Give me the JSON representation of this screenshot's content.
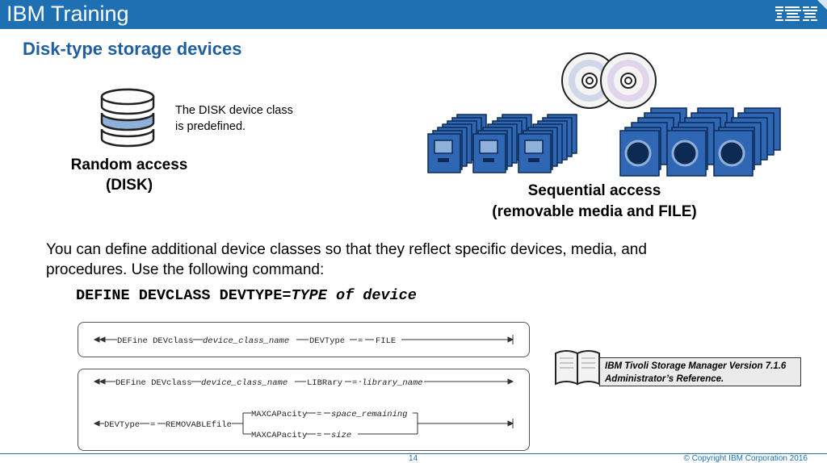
{
  "header": {
    "brand": "IBM Training",
    "logo": "IBM"
  },
  "slide": {
    "title": "Disk-type storage devices",
    "disk_note_line1": "The DISK device class",
    "disk_note_line2": "is predefined.",
    "random_line1": "Random access",
    "random_line2": "(DISK)",
    "seq_line1": "Sequential access",
    "seq_line2": "(removable media and FILE)",
    "body_line1": "You can define additional device classes so that they reflect specific devices, media, and",
    "body_line2": "procedures. Use the following command:",
    "command_plain": "DEFINE DEVCLASS DEVTYPE=",
    "command_italic": "TYPE of device"
  },
  "syntax1": {
    "kw1": "DEFine DEVclass",
    "var1": "device_class_name",
    "kw2": "DEVType",
    "eq": "=",
    "kw3": "FILE"
  },
  "syntax2": {
    "kw1": "DEFine DEVclass",
    "var1": "device_class_name",
    "kw2": "LIBRary",
    "eq": "=",
    "var2": "library_name",
    "kw3": "DEVType",
    "kw4": "REMOVABLEfile",
    "kw5": "MAXCAPacity",
    "var3": "space_remaining",
    "kw6": "MAXCAPacity",
    "var4": "size"
  },
  "reference": {
    "line1": "IBM Tivoli Storage Manager Version 7.1.6",
    "line2": "Administrator’s Reference."
  },
  "footer": {
    "page": "14",
    "copyright": "© Copyright IBM Corporation 2016"
  },
  "colors": {
    "banner": "#1f6fb3",
    "title": "#1f5f9e",
    "device": "#2f67b4"
  }
}
